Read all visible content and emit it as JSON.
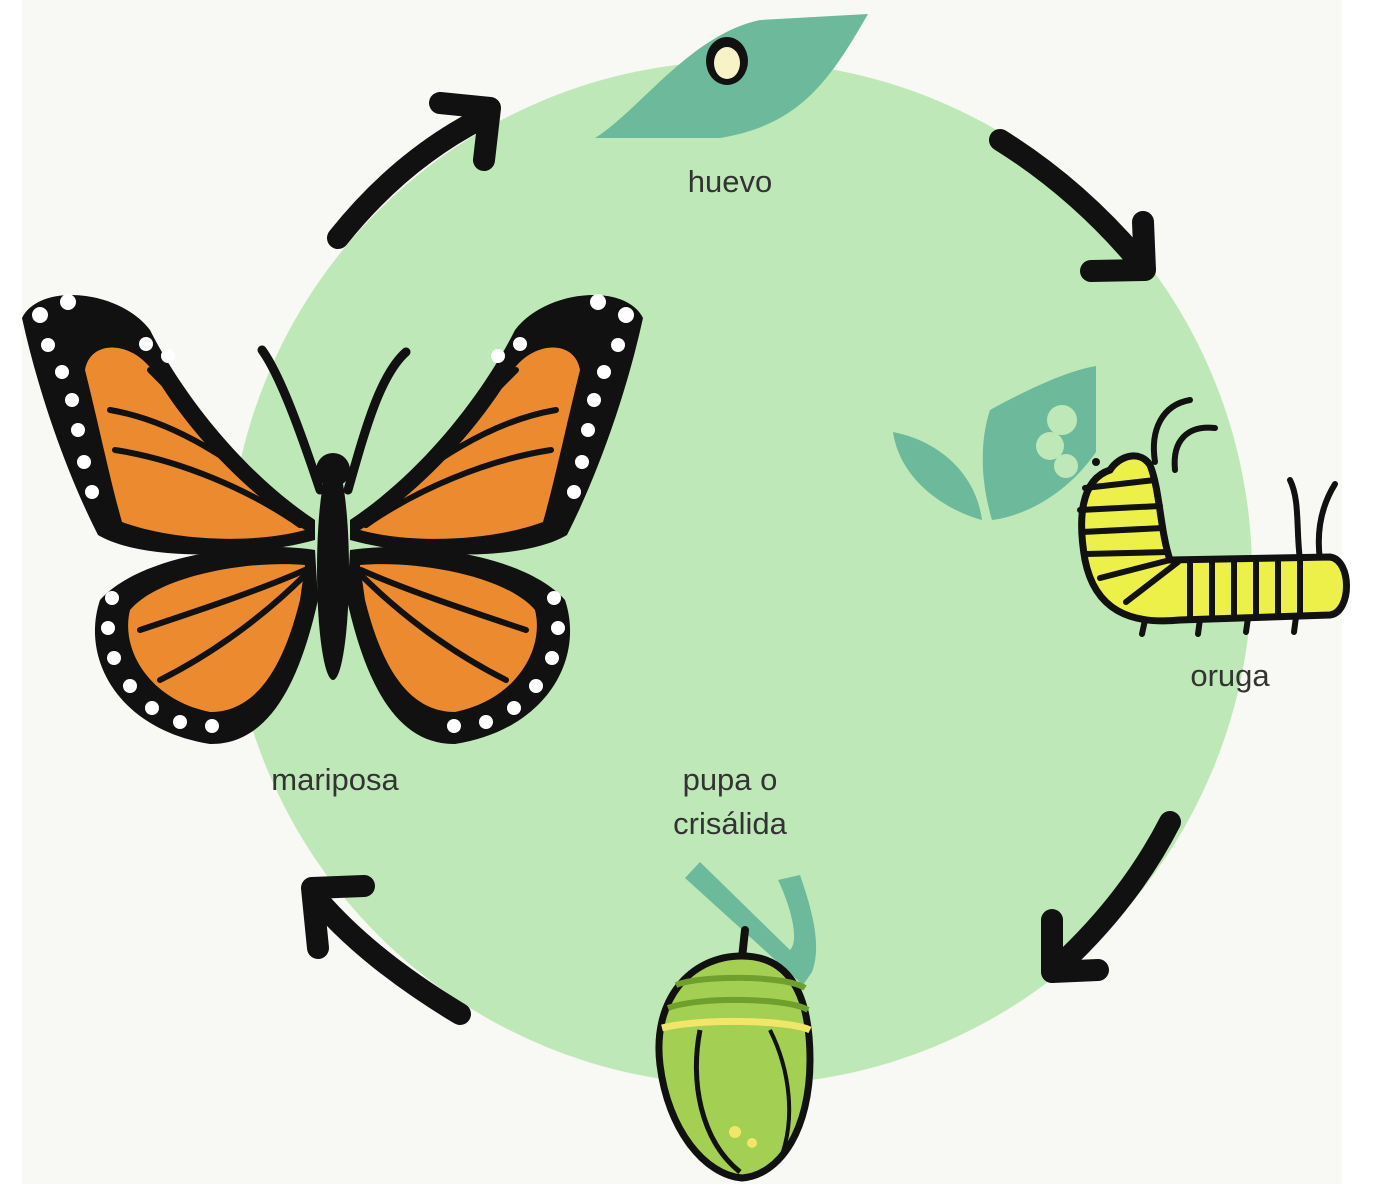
{
  "diagram": {
    "stages": [
      {
        "id": "huevo",
        "label": "huevo"
      },
      {
        "id": "oruga",
        "label": "oruga"
      },
      {
        "id": "pupa",
        "label_line1": "pupa o",
        "label_line2": "crisálida"
      },
      {
        "id": "mariposa",
        "label": "mariposa"
      }
    ],
    "colors": {
      "background": "#f8f8f4",
      "cycle_circle": "#bfe8b8",
      "leaf": "#6db99b",
      "arrow": "#111111",
      "wing_orange": "#ec8a2f",
      "caterpillar_yellow": "#eef04a",
      "chrysalis_green": "#a3cf52",
      "label_text": "#333333"
    }
  }
}
